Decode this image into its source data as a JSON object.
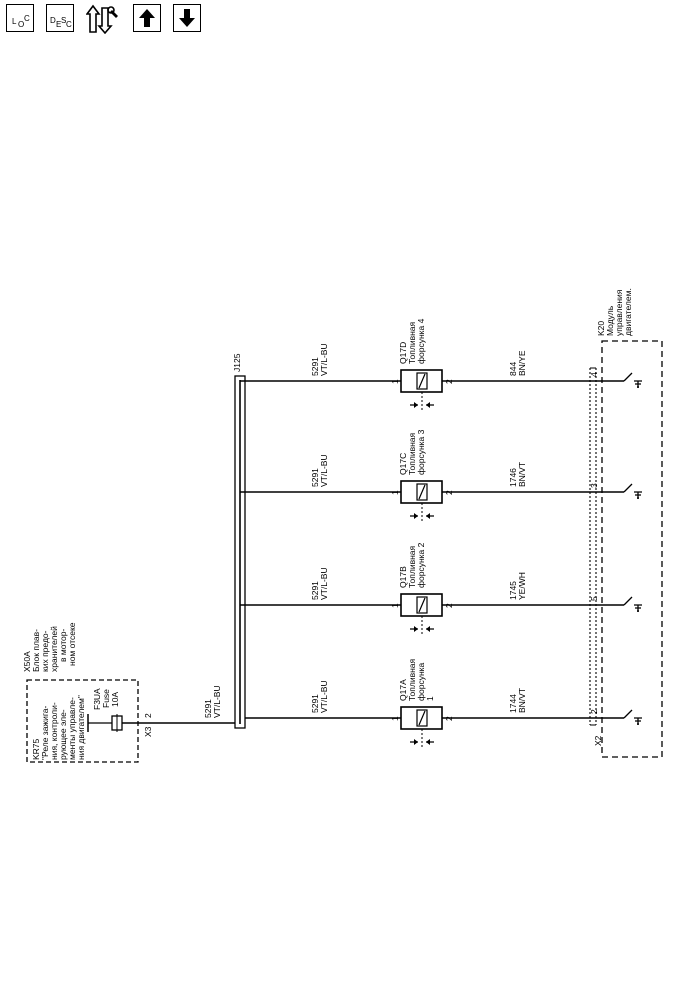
{
  "toolbar": {
    "loc": {
      "a": "L",
      "b": "O",
      "c": "C"
    },
    "desc": {
      "a": "D",
      "b": "E",
      "c": "S",
      "d": "C"
    },
    "up_arrow": "arrow-up-icon",
    "down_arrow": "arrow-down-icon",
    "tools": "tools-icon"
  },
  "diagram": {
    "x50a_lines": [
      "X50A",
      "Блок плав-",
      "ких предо-",
      "хранителей",
      "в мотор-",
      "ном отсеке"
    ],
    "kr75_lines": [
      "KR75",
      "\"Реле зажига-",
      "ния, контроли-",
      "рующее эле-",
      "менты управле-",
      "ния двигателем\""
    ],
    "fuse_lines": [
      "F3UA",
      "Fuse",
      "10A"
    ],
    "x3_label": "X3",
    "x3_pin": "2",
    "feed_wire": {
      "circuit": "5291",
      "color": "VT/L-BU"
    },
    "splice": "J125",
    "k20_lines": [
      "K20",
      "Модуль",
      "управления",
      "двигателем."
    ],
    "x2_label": "X2",
    "injectors": [
      {
        "ref": "Q17D",
        "name1": "Топливная",
        "name2": "форсунка 4",
        "pin_in": "1",
        "pin_out": "2",
        "wire_in": {
          "circuit": "5291",
          "color": "VT/L-BU"
        },
        "wire_out": {
          "circuit": "844",
          "color": "BN/YE"
        },
        "k20_pin": "4"
      },
      {
        "ref": "Q17C",
        "name1": "Топливная",
        "name2": "форсунка 3",
        "pin_in": "1",
        "pin_out": "2",
        "wire_in": {
          "circuit": "5291",
          "color": "VT/L-BU"
        },
        "wire_out": {
          "circuit": "1746",
          "color": "BN/VT"
        },
        "k20_pin": "3"
      },
      {
        "ref": "Q17B",
        "name1": "Топливная",
        "name2": "форсунка 2",
        "pin_in": "1",
        "pin_out": "2",
        "wire_in": {
          "circuit": "5291",
          "color": "VT/L-BU"
        },
        "wire_out": {
          "circuit": "1745",
          "color": "YE/WH"
        },
        "k20_pin": "5"
      },
      {
        "ref": "Q17A",
        "name1": "Топливная",
        "name2": "форсунка",
        "name3": "1",
        "pin_in": "1",
        "pin_out": "2",
        "wire_in": {
          "circuit": "5291",
          "color": "VT/L-BU"
        },
        "wire_out": {
          "circuit": "1744",
          "color": "BN/VT"
        },
        "k20_pin": "2"
      }
    ]
  }
}
